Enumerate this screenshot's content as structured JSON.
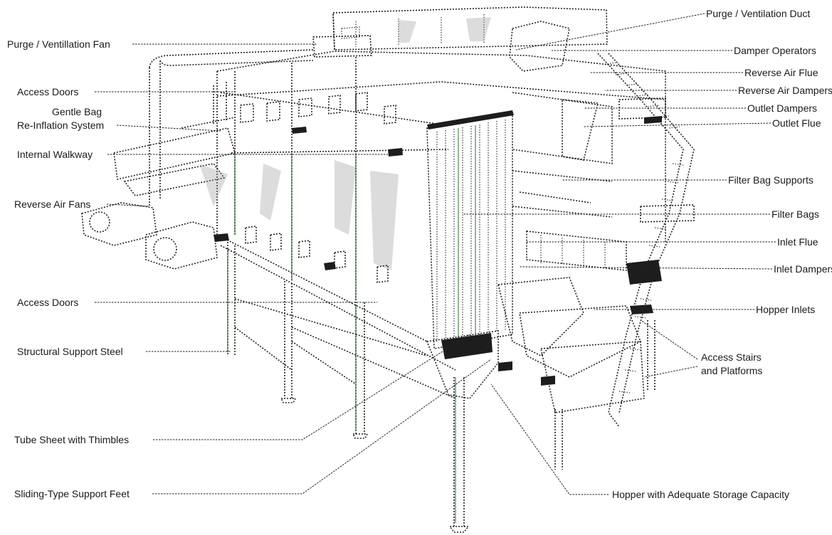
{
  "diagram": {
    "labels_left": {
      "purge_fan": "Purge / Ventillation Fan",
      "access_doors_top": "Access Doors",
      "gentle_bag_1": "Gentle Bag",
      "gentle_bag_2": "Re-Inflation System",
      "internal_walkway": "Internal Walkway",
      "reverse_air_fans": "Reverse Air Fans",
      "access_doors_bottom": "Access Doors",
      "structural_steel": "Structural Support Steel",
      "tube_sheet": "Tube Sheet with Thimbles",
      "support_feet": "Sliding-Type Support Feet"
    },
    "labels_right": {
      "purge_duct": "Purge / Ventilation Duct",
      "damper_operators": "Damper Operators",
      "reverse_air_flue": "Reverse Air Flue",
      "reverse_air_dampers": "Reverse Air Dampers",
      "outlet_dampers": "Outlet Dampers",
      "outlet_flue": "Outlet Flue",
      "filter_bag_supports": "Filter Bag Supports",
      "filter_bags": "Filter Bags",
      "inlet_flue": "Inlet Flue",
      "inlet_dampers": "Inlet Dampers",
      "hopper_inlets": "Hopper Inlets",
      "stairs_1": "Access Stairs",
      "stairs_2": "and Platforms",
      "hopper": "Hopper with Adequate Storage Capacity"
    }
  }
}
